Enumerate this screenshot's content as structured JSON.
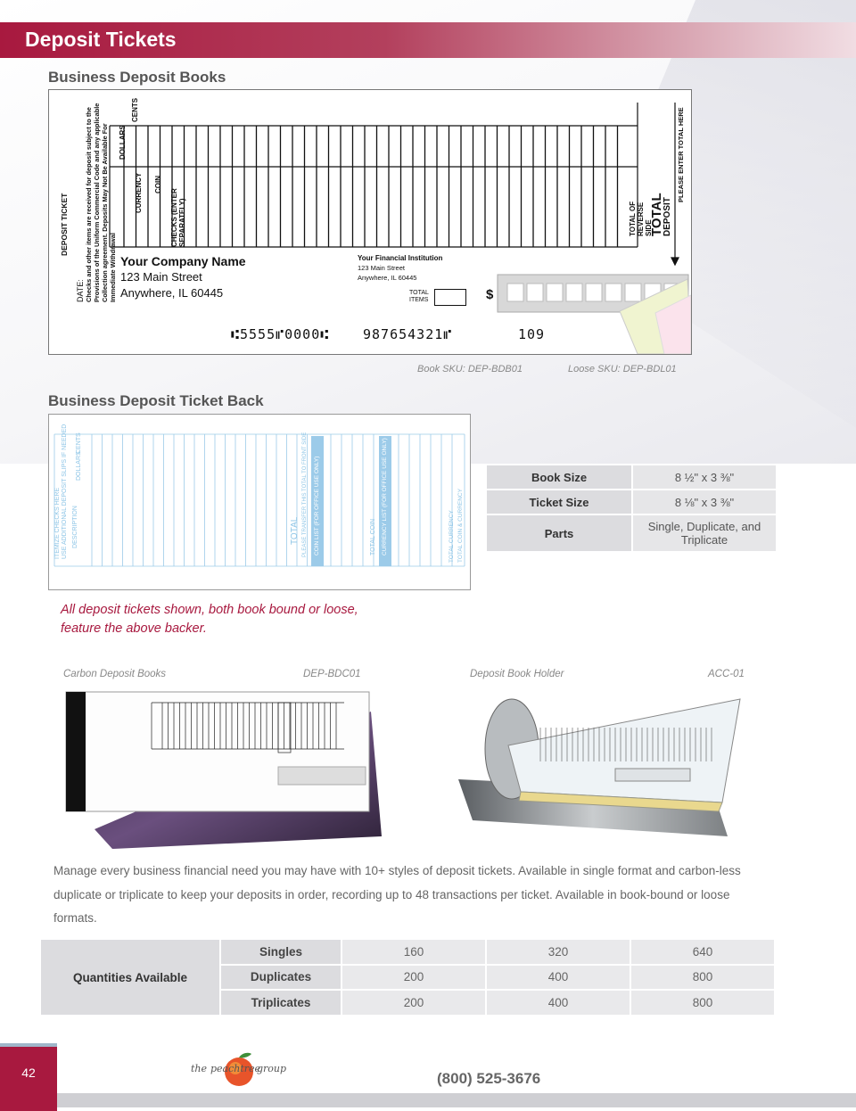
{
  "header": {
    "title": "Deposit Tickets"
  },
  "section_books": {
    "title": "Business Deposit Books",
    "ticket": {
      "deposit_ticket_label": "DEPOSIT TICKET",
      "date_label": "DATE:",
      "disclaimer": "Checks and other items are received for deposit subject to the Provisions of the Uniform Commercial Code and any applicable Collection agreement. Deposits May Not Be Available For Immediate Withdrawal",
      "col_dollars": "DOLLARS",
      "col_cents": "CENTS",
      "row_currency": "CURRENCY",
      "row_coin": "COIN",
      "row_checks": "CHECKS (ENTER SEPARATELY)",
      "total_reverse": "TOTAL OF REVERSE SIDE",
      "total_deposit_1": "TOTAL",
      "total_deposit_2": "DEPOSIT",
      "enter_total": "PLEASE ENTER TOTAL HERE",
      "company_name": "Your Company Name",
      "company_street": "123 Main Street",
      "company_city": "Anywhere, IL 60445",
      "fi_name": "Your Financial Institution",
      "fi_street": "123 Main Street",
      "fi_city": "Anywhere, IL 60445",
      "total_items": "TOTAL ITEMS",
      "dollar_sign": "$",
      "micr_routing": "⑆5555⑈0000⑆",
      "micr_account": "987654321⑈",
      "micr_check": "109"
    },
    "book_sku": "Book SKU: DEP-BDB01",
    "loose_sku": "Loose SKU: DEP-BDL01"
  },
  "section_back": {
    "title": "Business Deposit Ticket Back",
    "labels": {
      "itemize": "ITEMIZE CHECKS HERE",
      "additional": "USE ADDITIONAL DEPOSIT SLIPS IF NEEDED",
      "description": "DESCRIPTION",
      "dollars": "DOLLARS",
      "cents": "CENTS",
      "total": "TOTAL",
      "transfer": "PLEASE TRANSFER THIS TOTAL TO FRONT SIDE",
      "coin_list": "COIN LIST (FOR OFFICE USE ONLY)",
      "total_coin": "TOTAL COIN",
      "currency_list": "CURRENCY LIST (FOR OFFICE USE ONLY)",
      "total_currency": "TOTAL CURRENCY",
      "total_coin_currency": "TOTAL COIN & CURRENCY"
    }
  },
  "specs": [
    {
      "label": "Book Size",
      "value": "8 ½\" x 3 ⅜\""
    },
    {
      "label": "Ticket Size",
      "value": "8 ⅛\" x 3 ⅜\""
    },
    {
      "label": "Parts",
      "value": "Single, Duplicate, and Triplicate"
    }
  ],
  "backer_note": "All deposit tickets shown, both book bound or loose, feature the above backer.",
  "carbon": {
    "caption": "Carbon Deposit Books",
    "sku": "DEP-BDC01"
  },
  "holder": {
    "caption": "Deposit Book Holder",
    "sku": "ACC-01"
  },
  "description": "Manage every business financial need you may have with 10+ styles of deposit tickets.  Available in single format and carbon-less duplicate or triplicate to keep your deposits in order, recording up to 48 transactions per ticket.  Available in book-bound or loose formats.",
  "quantities": {
    "label": "Quantities Available",
    "rows": [
      {
        "name": "Singles",
        "values": [
          "160",
          "320",
          "640"
        ]
      },
      {
        "name": "Duplicates",
        "values": [
          "200",
          "400",
          "800"
        ]
      },
      {
        "name": "Triplicates",
        "values": [
          "200",
          "400",
          "800"
        ]
      }
    ]
  },
  "footer": {
    "page_number": "42",
    "logo_text_1": "the",
    "logo_text_2": "peachtree",
    "logo_text_3": "group",
    "phone": "(800) 525-3676"
  },
  "colors": {
    "brand": "#a8193f",
    "table_bg": "#e6e6e8",
    "back_print": "#8cc4e6"
  }
}
